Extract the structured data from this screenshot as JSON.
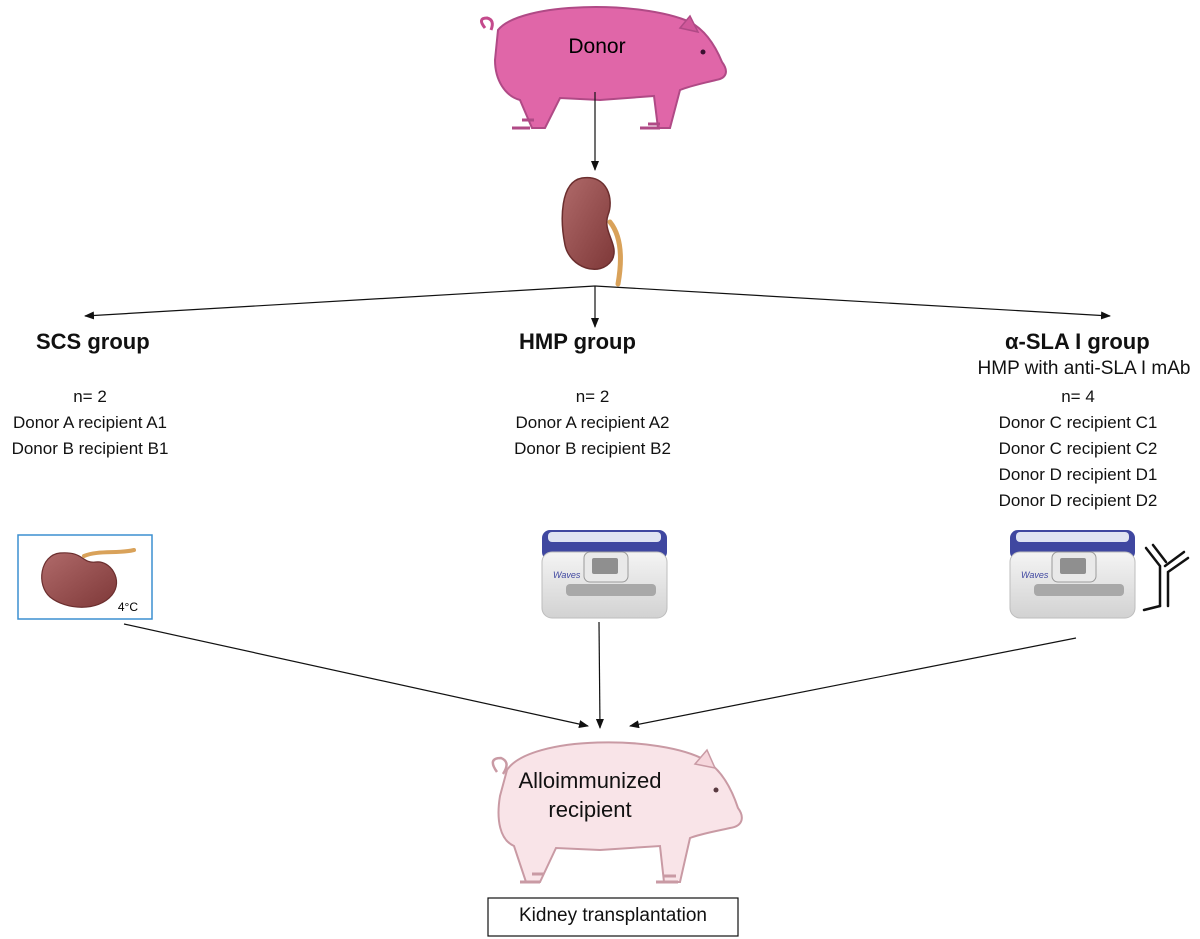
{
  "donor": {
    "label": "Donor"
  },
  "groups": [
    {
      "title": "SCS group",
      "lines": [
        "n= 2",
        "Donor A recipient A1",
        "Donor B recipient B1"
      ]
    },
    {
      "title": "HMP group",
      "lines": [
        "n= 2",
        "Donor A recipient A2",
        "Donor B recipient B2"
      ]
    },
    {
      "title": "α-SLA I group",
      "subtitle": "HMP with anti-SLA I mAb",
      "lines": [
        "n= 4",
        "Donor C recipient C1",
        "Donor C recipient C2",
        "Donor D recipient D1",
        "Donor D recipient D2"
      ]
    }
  ],
  "scs_box": {
    "temperature": "4°C"
  },
  "machine_brand": "Waves",
  "recipient": {
    "label_line1": "Alloimmunized",
    "label_line2": "recipient"
  },
  "outcome": {
    "label": "Kidney transplantation"
  },
  "colors": {
    "donor_pig": "#e066a8",
    "recipient_pig": "#f9e4e8",
    "kidney": "#9a4b4b",
    "machine_accent": "#3f47a0",
    "scs_box_border": "#3b8fd0"
  }
}
